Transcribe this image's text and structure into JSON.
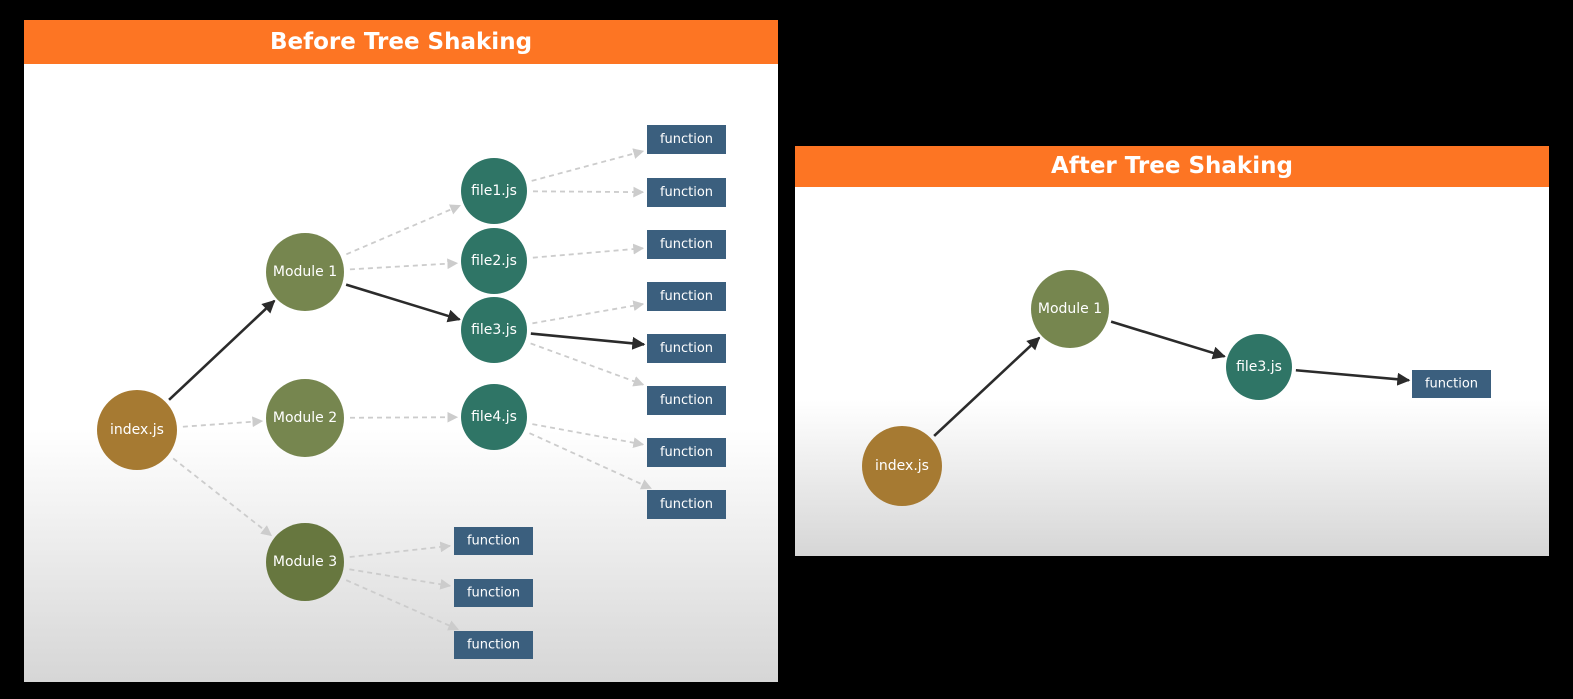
{
  "before": {
    "title": "Before Tree Shaking",
    "nodes": [
      {
        "id": "b-index",
        "label": "index.js",
        "kind": "entry"
      },
      {
        "id": "b-m1",
        "label": "Module 1",
        "kind": "module"
      },
      {
        "id": "b-m2",
        "label": "Module 2",
        "kind": "module"
      },
      {
        "id": "b-m3",
        "label": "Module 3",
        "kind": "module"
      },
      {
        "id": "b-f1",
        "label": "file1.js",
        "kind": "file"
      },
      {
        "id": "b-f2",
        "label": "file2.js",
        "kind": "file"
      },
      {
        "id": "b-f3",
        "label": "file3.js",
        "kind": "file"
      },
      {
        "id": "b-f4",
        "label": "file4.js",
        "kind": "file"
      },
      {
        "id": "b-fn1",
        "label": "function",
        "kind": "function"
      },
      {
        "id": "b-fn2",
        "label": "function",
        "kind": "function"
      },
      {
        "id": "b-fn3",
        "label": "function",
        "kind": "function"
      },
      {
        "id": "b-fn4",
        "label": "function",
        "kind": "function"
      },
      {
        "id": "b-fn5",
        "label": "function",
        "kind": "function"
      },
      {
        "id": "b-fn6",
        "label": "function",
        "kind": "function"
      },
      {
        "id": "b-fn7",
        "label": "function",
        "kind": "function"
      },
      {
        "id": "b-fn8",
        "label": "function",
        "kind": "function"
      },
      {
        "id": "b-fn9",
        "label": "function",
        "kind": "function"
      },
      {
        "id": "b-fn10",
        "label": "function",
        "kind": "function"
      },
      {
        "id": "b-fn11",
        "label": "function",
        "kind": "function"
      }
    ],
    "edges": [
      {
        "from": "b-index",
        "to": "b-m1",
        "style": "solid"
      },
      {
        "from": "b-index",
        "to": "b-m2",
        "style": "dashed"
      },
      {
        "from": "b-index",
        "to": "b-m3",
        "style": "dashed"
      },
      {
        "from": "b-m1",
        "to": "b-f1",
        "style": "dashed"
      },
      {
        "from": "b-m1",
        "to": "b-f2",
        "style": "dashed"
      },
      {
        "from": "b-m1",
        "to": "b-f3",
        "style": "solid"
      },
      {
        "from": "b-m2",
        "to": "b-f4",
        "style": "dashed"
      },
      {
        "from": "b-f1",
        "to": "b-fn1",
        "style": "dashed"
      },
      {
        "from": "b-f1",
        "to": "b-fn2",
        "style": "dashed"
      },
      {
        "from": "b-f2",
        "to": "b-fn3",
        "style": "dashed"
      },
      {
        "from": "b-f3",
        "to": "b-fn4",
        "style": "dashed"
      },
      {
        "from": "b-f3",
        "to": "b-fn5",
        "style": "solid"
      },
      {
        "from": "b-f3",
        "to": "b-fn6",
        "style": "dashed"
      },
      {
        "from": "b-f4",
        "to": "b-fn7",
        "style": "dashed"
      },
      {
        "from": "b-f4",
        "to": "b-fn8",
        "style": "dashed"
      },
      {
        "from": "b-m3",
        "to": "b-fn9",
        "style": "dashed"
      },
      {
        "from": "b-m3",
        "to": "b-fn10",
        "style": "dashed"
      },
      {
        "from": "b-m3",
        "to": "b-fn11",
        "style": "dashed"
      }
    ]
  },
  "after": {
    "title": "After Tree Shaking",
    "nodes": [
      {
        "id": "a-index",
        "label": "index.js",
        "kind": "entry"
      },
      {
        "id": "a-m1",
        "label": "Module 1",
        "kind": "module"
      },
      {
        "id": "a-f3",
        "label": "file3.js",
        "kind": "file"
      },
      {
        "id": "a-fn",
        "label": "function",
        "kind": "function"
      }
    ],
    "edges": [
      {
        "from": "a-index",
        "to": "a-m1",
        "style": "solid"
      },
      {
        "from": "a-m1",
        "to": "a-f3",
        "style": "solid"
      },
      {
        "from": "a-f3",
        "to": "a-fn",
        "style": "solid"
      }
    ]
  },
  "colors": {
    "background": "#000000",
    "header": "#fd7523",
    "entry": "#a67a32",
    "module": "#76864f",
    "module_dark": "#67773f",
    "file": "#2f7566",
    "function": "#3b5f7e",
    "solid_edge": "#2b2b2b",
    "dashed_edge": "#cccccc"
  }
}
